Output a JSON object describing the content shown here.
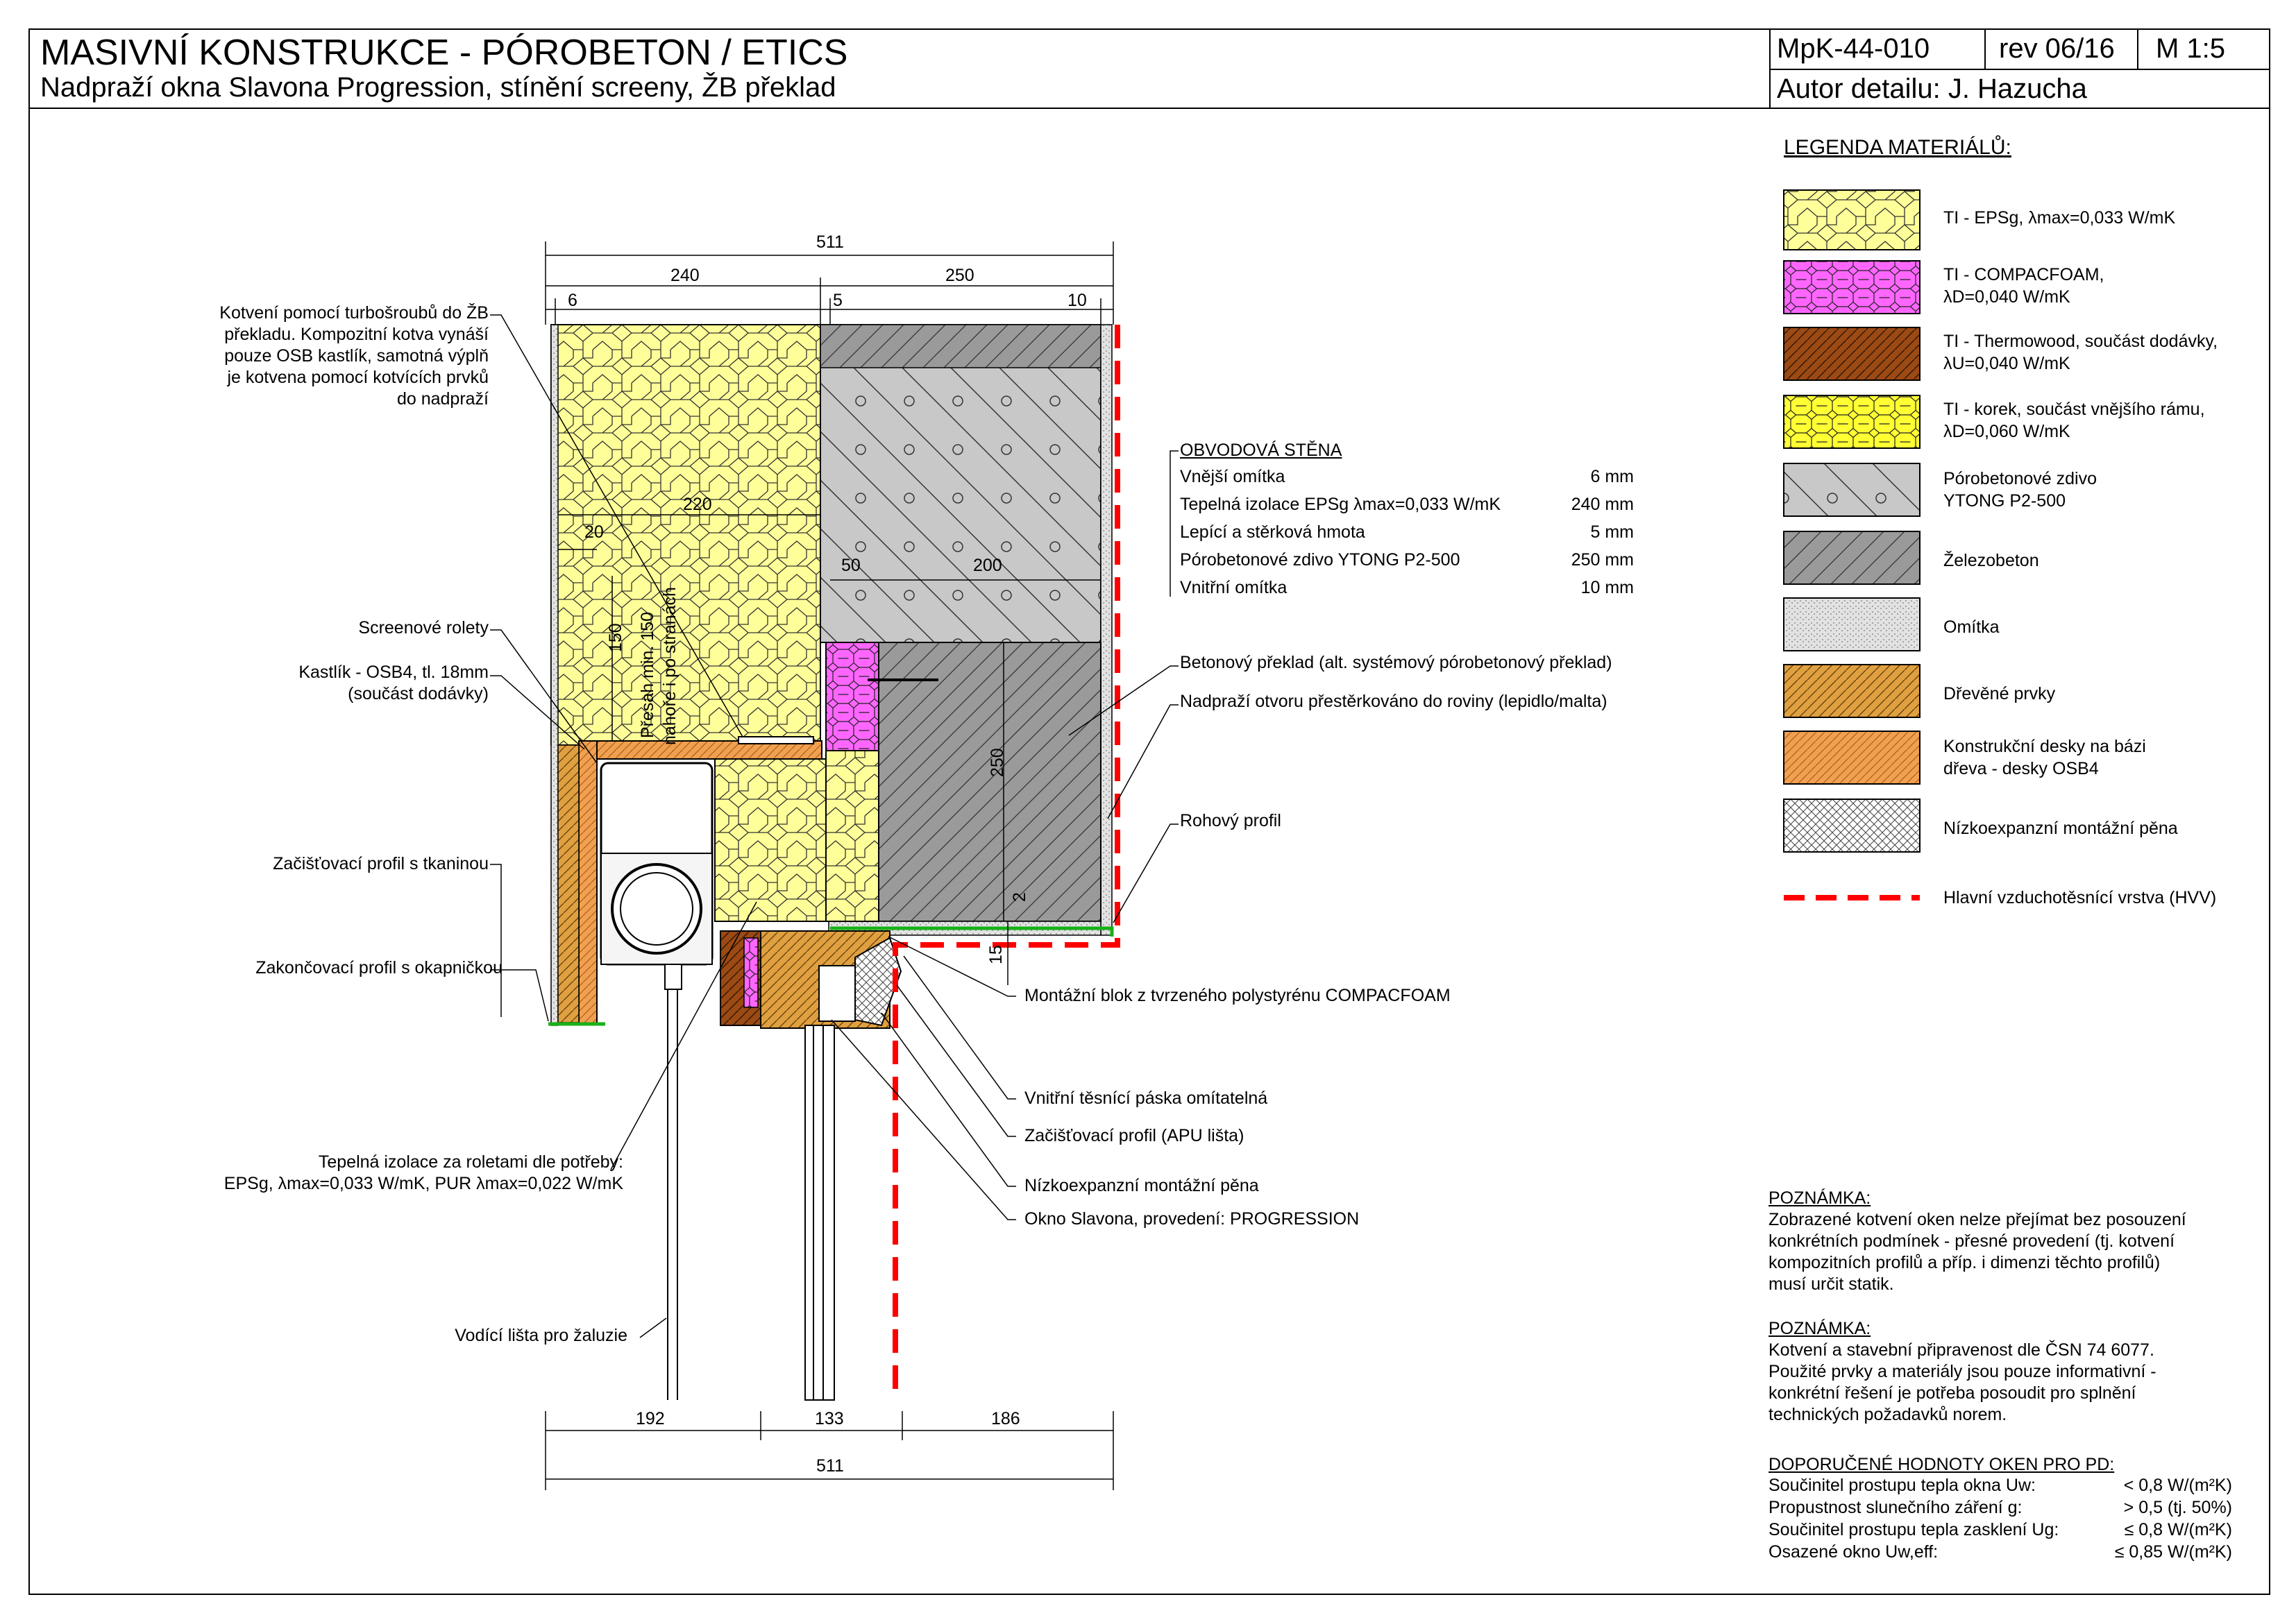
{
  "header": {
    "title": "MASIVNÍ KONSTRUKCE - PÓROBETON / ETICS",
    "subtitle": "Nadpraží okna Slavona Progression, stínění screeny, ŽB překlad",
    "code": "MpK-44-010",
    "revision": "rev 06/16",
    "scale": "M 1:5",
    "author": "Autor detailu: J. Hazucha"
  },
  "dimensions": {
    "top_total": "511",
    "top_left": "240",
    "top_right": "250",
    "top_6": "6",
    "top_5": "5",
    "top_10": "10",
    "d220": "220",
    "d20": "20",
    "d50": "50",
    "d200": "200",
    "d150": "150",
    "d250": "250",
    "d2": "2",
    "d15": "15",
    "bottom_192": "192",
    "bottom_133": "133",
    "bottom_186": "186",
    "bottom_total": "511",
    "overlap_line1": "Přesah min. 150",
    "overlap_line2": "nahoře i po stranách"
  },
  "left_labels": {
    "anchoring": [
      "Kotvení pomocí turbošroubů do ŽB",
      "překladu. Kompozitní kotva vynáší",
      "pouze OSB kastlík, samotná výplň",
      "je kotvena pomocí kotvících prvků",
      "do nadpraží"
    ],
    "screen_blinds": "Screenové rolety",
    "box": [
      "Kastlík - OSB4, tl. 18mm",
      "(součást dodávky)"
    ],
    "trim_profile_fabric": "Začišťovací profil s tkaninou",
    "end_profile": "Zakončovací profil s okapničkou",
    "insulation_behind": [
      "Tepelná izolace za roletami dle potřeby:",
      "EPSg, λmax=0,033 W/mK, PUR λmax=0,022 W/mK"
    ],
    "guide_rail": "Vodící lišta pro žaluzie"
  },
  "wall_table": {
    "heading": "OBVODOVÁ STĚNA",
    "rows": [
      {
        "name": "Vnější omítka",
        "value": "6 mm"
      },
      {
        "name": "Tepelná izolace EPSg λmax=0,033 W/mK",
        "value": "240 mm"
      },
      {
        "name": "Lepící a stěrková hmota",
        "value": "5 mm"
      },
      {
        "name": "Pórobetonové zdivo YTONG P2-500",
        "value": "250 mm"
      },
      {
        "name": "Vnitřní omítka",
        "value": "10 mm"
      }
    ]
  },
  "right_labels": {
    "lintel": "Betonový překlad (alt. systémový pórobetonový překlad)",
    "reveal": "Nadpraží otvoru přestěrkováno do roviny (lepidlo/malta)",
    "corner_profile": "Rohový profil",
    "mounting_block": "Montážní blok z  tvrzeného polystyrénu COMPACFOAM",
    "inner_tape": "Vnitřní těsnící páska omítatelná",
    "apu": "Začišťovací profil (APU lišta)",
    "foam": "Nízkoexpanzní montážní pěna",
    "window": "Okno Slavona, provedení: PROGRESSION"
  },
  "legend": {
    "heading": "LEGENDA MATERIÁLŮ:",
    "items": [
      {
        "key": "eps",
        "lines": [
          "TI  - EPSg, λmax=0,033 W/mK"
        ]
      },
      {
        "key": "compacfoam",
        "lines": [
          "TI - COMPACFOAM,",
          "λD=0,040 W/mK"
        ]
      },
      {
        "key": "thermowood",
        "lines": [
          "TI - Thermowood, součást dodávky,",
          "λU=0,040 W/mK"
        ]
      },
      {
        "key": "cork",
        "lines": [
          "TI - korek, součást vnějšího rámu,",
          "λD=0,060 W/mK"
        ]
      },
      {
        "key": "aac",
        "lines": [
          "Pórobetonové zdivo",
          "YTONG P2-500"
        ]
      },
      {
        "key": "concrete",
        "lines": [
          "Železobeton"
        ]
      },
      {
        "key": "plaster",
        "lines": [
          "Omítka"
        ]
      },
      {
        "key": "wood",
        "lines": [
          "Dřevěné prvky"
        ]
      },
      {
        "key": "osb",
        "lines": [
          "Konstrukční desky na bázi",
          "dřeva - desky OSB4"
        ]
      },
      {
        "key": "foam",
        "lines": [
          "Nízkoexpanzní montážní pěna"
        ]
      },
      {
        "key": "hvv",
        "lines": [
          "Hlavní vzduchotěsnící vrstva (HVV)"
        ]
      }
    ]
  },
  "notes": [
    {
      "heading": "POZNÁMKA:",
      "lines": [
        "Zobrazené kotvení oken nelze přejímat bez posouzení",
        "konkrétních podmínek - přesné provedení (tj. kotvení",
        "kompozitních profilů a příp. i dimenzi těchto profilů)",
        "musí určit statik."
      ]
    },
    {
      "heading": "POZNÁMKA:",
      "lines": [
        "Kotvení a stavební připravenost dle ČSN 74 6077.",
        "Použité prvky a materiály jsou pouze informativní -",
        "konkrétní řešení je potřeba posoudit pro splnění",
        "technických požadavků norem."
      ]
    }
  ],
  "recommended": {
    "heading": "DOPORUČENÉ HODNOTY OKEN PRO PD:",
    "rows": [
      {
        "name": "Součinitel prostupu tepla okna Uw:",
        "value": "< 0,8 W/(m²K)"
      },
      {
        "name": "Propustnost slunečního záření g:",
        "value": "> 0,5 (tj. 50%)"
      },
      {
        "name": "Součinitel prostupu tepla zasklení Ug:",
        "value": "≤ 0,8 W/(m²K)"
      },
      {
        "name": "Osazené okno Uw,eff:",
        "value": "≤ 0,85 W/(m²K)"
      }
    ]
  },
  "colors": {
    "eps": "#ffff99",
    "compacfoam": "#ff66ff",
    "thermowood": "#9c4a14",
    "cork": "#ffff33",
    "aac": "#c8c8c8",
    "concrete": "#9a9a9a",
    "plaster": "#dcdcdc",
    "wood": "#e0a040",
    "osb": "#f0a050",
    "hvv": "#ff0000"
  }
}
